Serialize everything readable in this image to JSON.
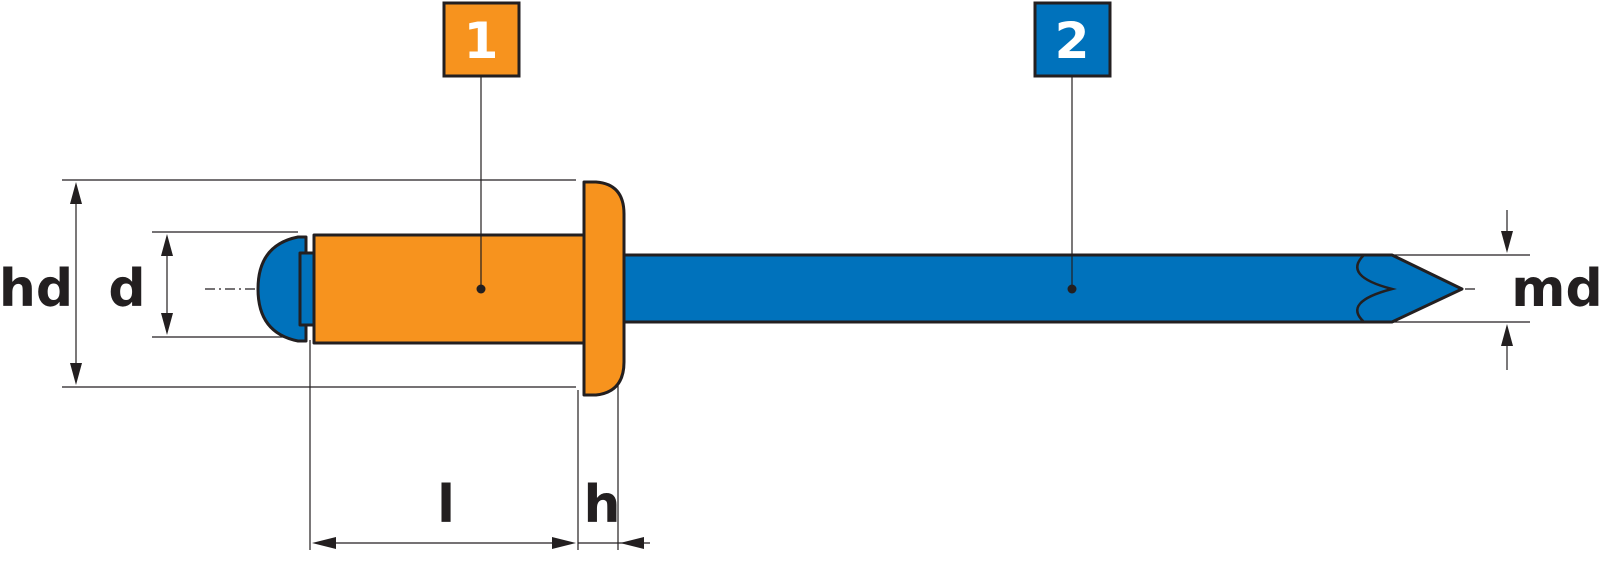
{
  "colors": {
    "body": "#f7931e",
    "mandrel": "#0072bc",
    "line": "#231f20",
    "callout_text": "#ffffff"
  },
  "callouts": {
    "part_1": "1",
    "part_2": "2"
  },
  "dimensions": {
    "head_diameter": "hd",
    "diameter": "d",
    "length": "l",
    "head_height": "h",
    "mandrel_diameter": "md"
  }
}
